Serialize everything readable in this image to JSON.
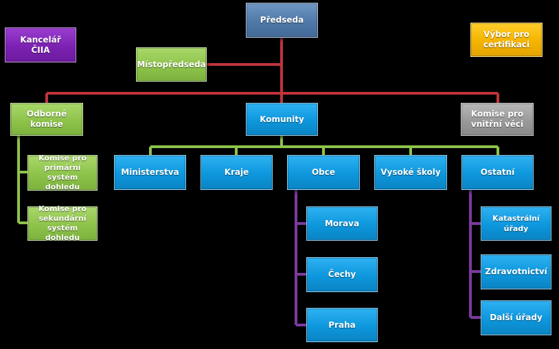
{
  "nodes": {
    "predseda": "Předseda",
    "kancelar": "Kancelář ČIIA",
    "vybor": "Výbor pro certifikaci",
    "mistopredseda": "Místopředseda",
    "odborne_komise": "Odborné komise",
    "komunity": "Komunity",
    "komise_vnitrni": "Komise pro vnitřní věci",
    "komise_primarni": "Komise pro primární systém dohledu",
    "komise_sekundarni": "Komise pro sekundární systém dohledu",
    "ministerstva": "Ministerstva",
    "kraje": "Kraje",
    "obce": "Obce",
    "vysoke_skoly": "Vysoké školy",
    "ostatni": "Ostatní",
    "morava": "Morava",
    "cechy": "Čechy",
    "praha": "Praha",
    "katastralni": "Katastrální úřady",
    "zdravotnictvi": "Zdravotnictví",
    "dalsi": "Další úřady"
  },
  "colors": {
    "red_connector": "#c0343c",
    "green_connector": "#8ec34b",
    "purple_connector": "#7c3aa0"
  }
}
